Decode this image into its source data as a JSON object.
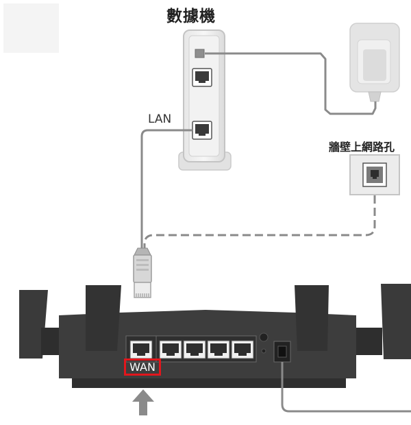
{
  "labels": {
    "modem": "數據機",
    "lan": "LAN",
    "wall_jack": "牆壁上網路孔",
    "wan": "WAN"
  },
  "colors": {
    "highlight": "#e3161c",
    "router_body": "#3d3d3d",
    "cable": "#8a8a8a"
  },
  "icons": [
    "power-adapter-icon",
    "wall-jack-icon",
    "ethernet-plug-icon",
    "up-arrow-icon"
  ]
}
